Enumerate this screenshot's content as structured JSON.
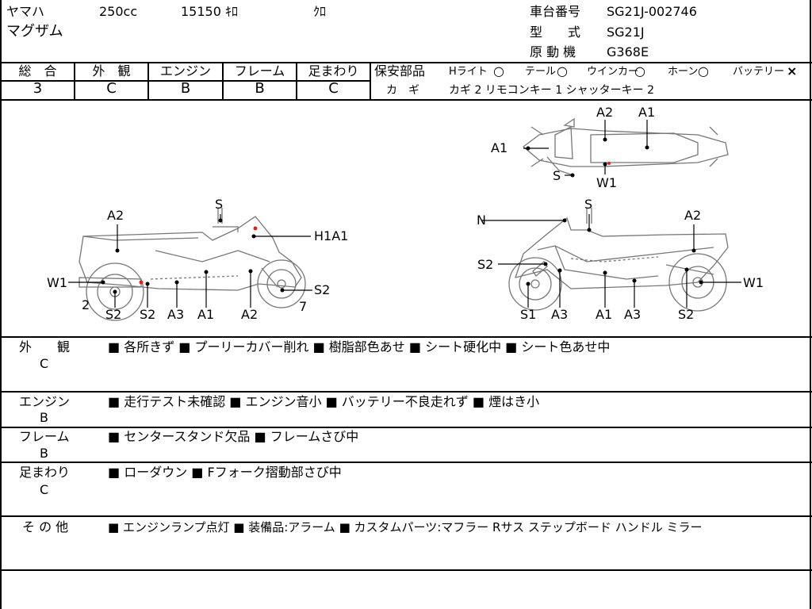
{
  "header": {
    "maker": "ヤマハ",
    "cc": "250cc",
    "mileage": "15150 ｷﾛ",
    "color": "ｸﾛ",
    "model_name": "マグザム",
    "frame_no_label": "車台番号",
    "frame_no": "SG21J-002746",
    "type_label": "型　　式",
    "type": "SG21J",
    "engine_label": "原 動 機",
    "engine": "G368E"
  },
  "grades": {
    "headers": [
      "総　合",
      "外　観",
      "エンジン",
      "フレーム",
      "足まわり"
    ],
    "values": [
      "3",
      "C",
      "B",
      "B",
      "C"
    ]
  },
  "safety": {
    "label": "保安部品",
    "items": [
      {
        "name": "Hライト",
        "mark": "○"
      },
      {
        "name": "テール",
        "mark": "○"
      },
      {
        "name": "ウインカー",
        "mark": "○"
      },
      {
        "name": "ホーン",
        "mark": "○"
      },
      {
        "name": "バッテリー",
        "mark": "×"
      }
    ],
    "key_label": "カ　ギ",
    "key_detail": "カギ 2 リモコンキー 1 シャッターキー 2"
  },
  "diagram": {
    "left_labels": [
      "A2",
      "S",
      "H1A1",
      "W1",
      "S2",
      "2",
      "7",
      "S2",
      "S2",
      "A3",
      "A1",
      "A2"
    ],
    "right_labels": [
      "N",
      "S",
      "A2",
      "S2",
      "W1",
      "S1",
      "A3",
      "A1",
      "A3",
      "S2"
    ],
    "top_labels": [
      "A1",
      "A2",
      "A1",
      "S",
      "W1"
    ]
  },
  "remarks": [
    {
      "label": "外　　観",
      "grade": "C",
      "text": "■ 各所きず ■ プーリーカバー削れ ■ 樹脂部色あせ ■ シート硬化中 ■ シート色あせ中"
    },
    {
      "label": "エンジン",
      "grade": "B",
      "text": "■ 走行テスト未確認 ■ エンジン音小 ■ バッテリー不良走れず ■ 煙はき小"
    },
    {
      "label": "フレーム",
      "grade": "B",
      "text": "■ センタースタンド欠品 ■ フレームさび中"
    },
    {
      "label": "足まわり",
      "grade": "C",
      "text": "■ ローダウン ■ Fフォーク摺動部さび中"
    },
    {
      "label": "そ の 他",
      "grade": "",
      "text": "■ エンジンランプ点灯 ■ 装備品:アラーム ■ カスタムパーツ:マフラー Rサス ステップボード ハンドル ミラー"
    }
  ]
}
